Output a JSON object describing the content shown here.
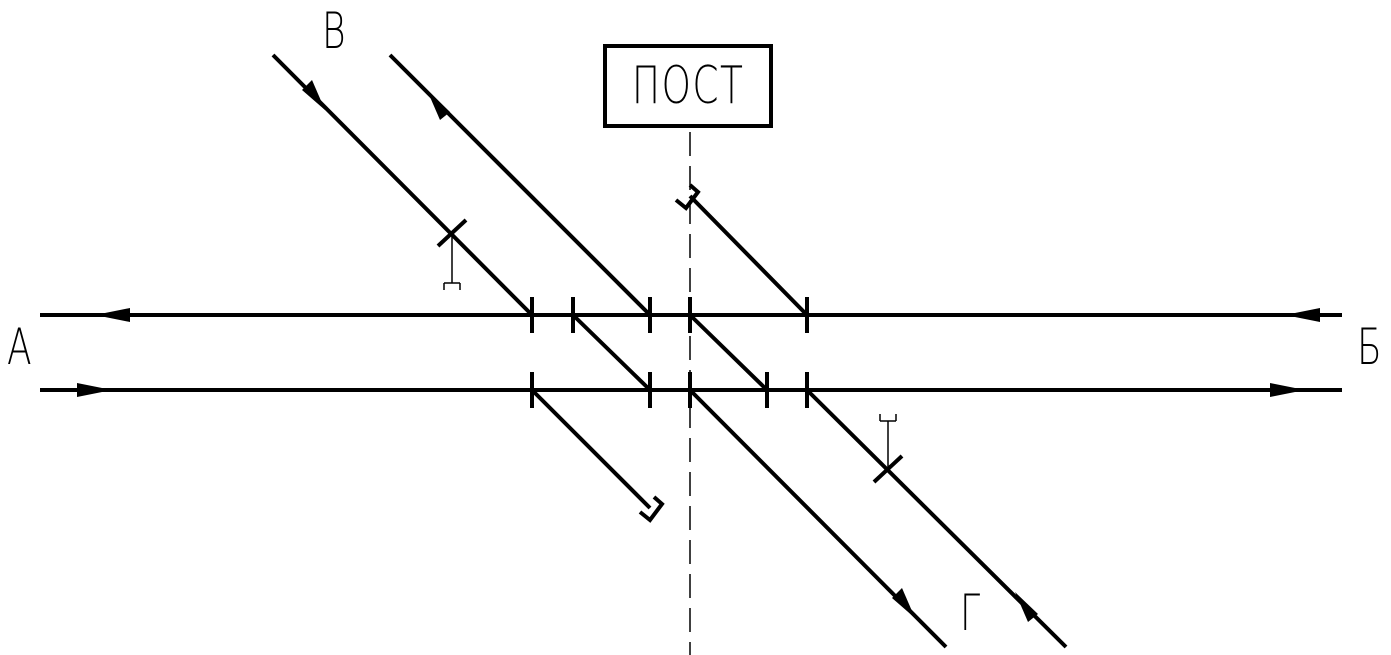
{
  "diagram": {
    "post_label": "ПОСТ",
    "direction_labels": {
      "a": "А",
      "b": "Б",
      "v": "В",
      "g": "Г"
    },
    "line_color": "#000000"
  }
}
